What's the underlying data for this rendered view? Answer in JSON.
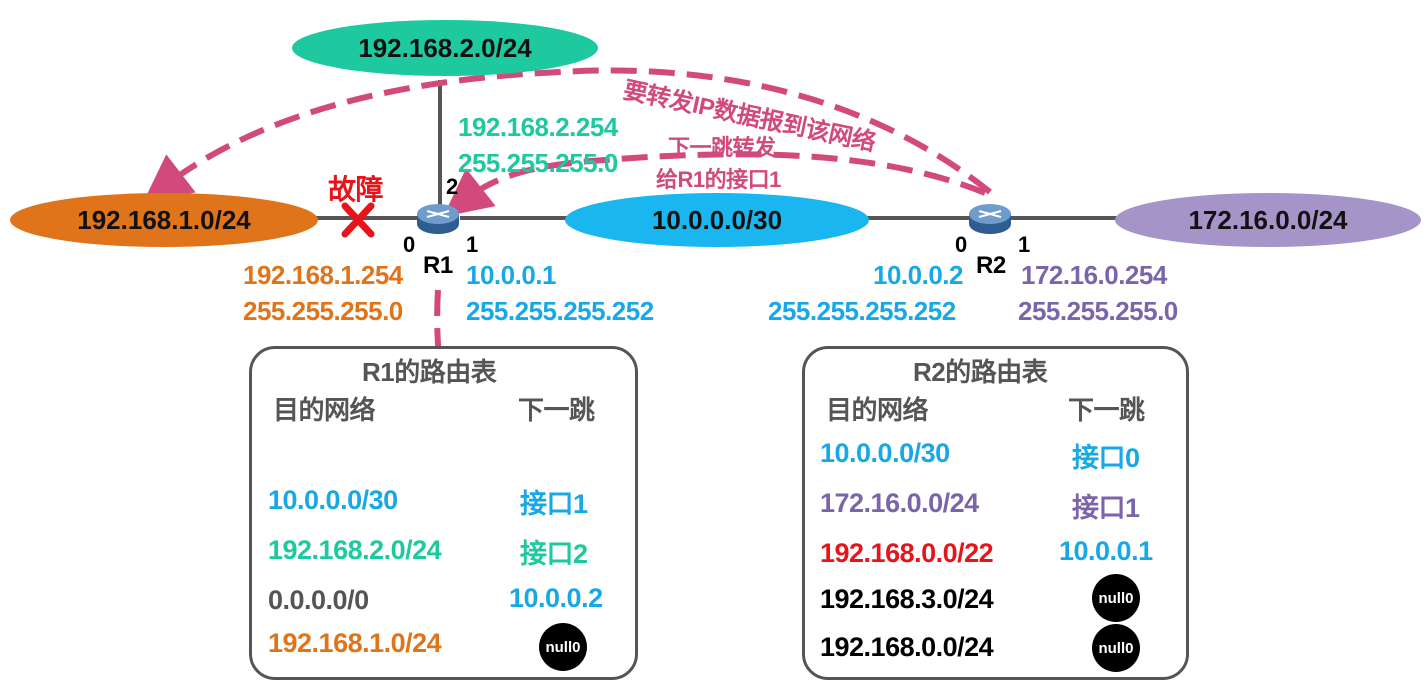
{
  "networks": {
    "net_top": "192.168.2.0/24",
    "net_left": "192.168.1.0/24",
    "net_mid": "10.0.0.0/30",
    "net_right": "172.16.0.0/24"
  },
  "routers": {
    "r1": {
      "name": "R1",
      "if0": "0",
      "if1": "1",
      "if2": "2"
    },
    "r2": {
      "name": "R2",
      "if0": "0",
      "if1": "1"
    }
  },
  "addresses": {
    "r1_if2_ip": "192.168.2.254",
    "r1_if2_mask": "255.255.255.0",
    "r1_if0_ip": "192.168.1.254",
    "r1_if0_mask": "255.255.255.0",
    "r1_if1_ip": "10.0.0.1",
    "r1_if1_mask": "255.255.255.252",
    "r2_if0_ip": "10.0.0.2",
    "r2_if0_mask": "255.255.255.252",
    "r2_if1_ip": "172.16.0.254",
    "r2_if1_mask": "255.255.255.0"
  },
  "annotations": {
    "fault": "故障",
    "forward_to_net": "要转发IP数据报到该网络",
    "next_hop_line1": "下一跳转发",
    "next_hop_line2": "给R1的接口1"
  },
  "r1_table": {
    "title": "R1的路由表",
    "col_dest": "目的网络",
    "col_next": "下一跳",
    "rows": [
      {
        "dest": "10.0.0.0/30",
        "next": "接口1"
      },
      {
        "dest": "192.168.2.0/24",
        "next": "接口2"
      },
      {
        "dest": "0.0.0.0/0",
        "next": "10.0.0.2"
      },
      {
        "dest": "192.168.1.0/24",
        "next": "null0"
      }
    ]
  },
  "r2_table": {
    "title": "R2的路由表",
    "col_dest": "目的网络",
    "col_next": "下一跳",
    "rows": [
      {
        "dest": "10.0.0.0/30",
        "next": "接口0"
      },
      {
        "dest": "172.16.0.0/24",
        "next": "接口1"
      },
      {
        "dest": "192.168.0.0/22",
        "next": "10.0.0.1"
      },
      {
        "dest": "192.168.3.0/24",
        "next": "null0"
      },
      {
        "dest": "192.168.0.0/24",
        "next": "null0"
      }
    ]
  },
  "colors": {
    "green": "#1ec9a0",
    "orange": "#e0741a",
    "blue": "#19a8e6",
    "purple": "#7b65aa",
    "red": "#e8141c",
    "pink": "#d24a7c",
    "check": "#1fb35a",
    "gray": "#555555"
  }
}
